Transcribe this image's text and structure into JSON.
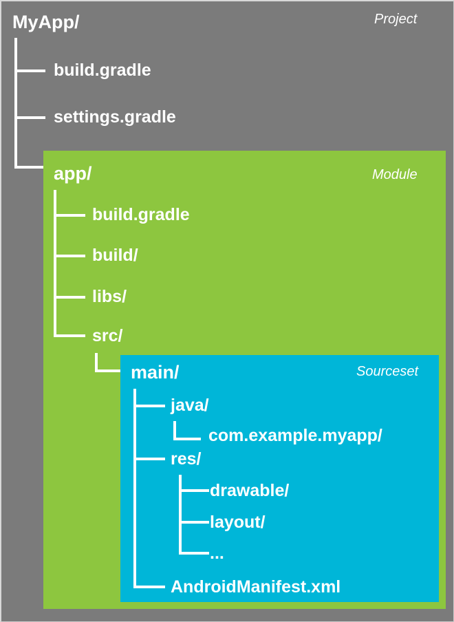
{
  "diagram": {
    "title": "Android project structure tree",
    "colors": {
      "project_bg": "#7b7b7b",
      "module_bg": "#8dc63f",
      "sourceset_bg": "#00b6d8",
      "text": "#ffffff"
    }
  },
  "project": {
    "tag": "Project",
    "root": "MyApp/",
    "children": [
      {
        "label": "build.gradle"
      },
      {
        "label": "settings.gradle"
      }
    ]
  },
  "module": {
    "tag": "Module",
    "root": "app/",
    "children": [
      {
        "label": "build.gradle"
      },
      {
        "label": "build/"
      },
      {
        "label": "libs/"
      },
      {
        "label": "src/"
      }
    ]
  },
  "sourceset": {
    "tag": "Sourceset",
    "root": "main/",
    "children": [
      {
        "label": "java/"
      },
      {
        "label": "com.example.myapp/"
      },
      {
        "label": "res/"
      },
      {
        "label": "drawable/"
      },
      {
        "label": "layout/"
      },
      {
        "label": "..."
      },
      {
        "label": "AndroidManifest.xml"
      }
    ]
  }
}
